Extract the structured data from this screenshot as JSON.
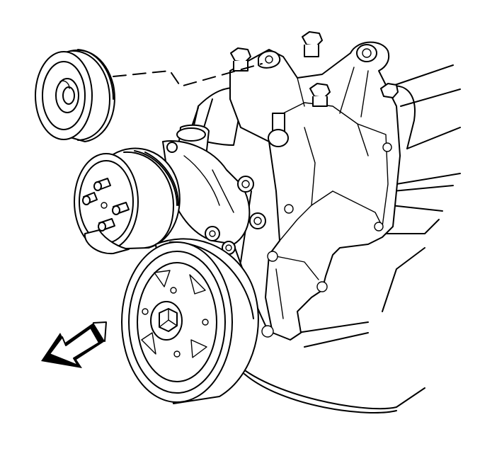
{
  "figure": {
    "components": [
      {
        "id": "crankshaft-pulley",
        "icon": "pulley-disc"
      },
      {
        "id": "water-pump-pulley",
        "icon": "pulley-grooved"
      },
      {
        "id": "water-pump",
        "icon": "pump-hub"
      },
      {
        "id": "accessory-bracket",
        "icon": "bracket"
      },
      {
        "id": "harmonic-balancer",
        "icon": "balancer-disc"
      },
      {
        "id": "engine-block",
        "icon": "engine"
      },
      {
        "id": "front-direction-arrow",
        "icon": "arrow-down-left"
      }
    ]
  }
}
